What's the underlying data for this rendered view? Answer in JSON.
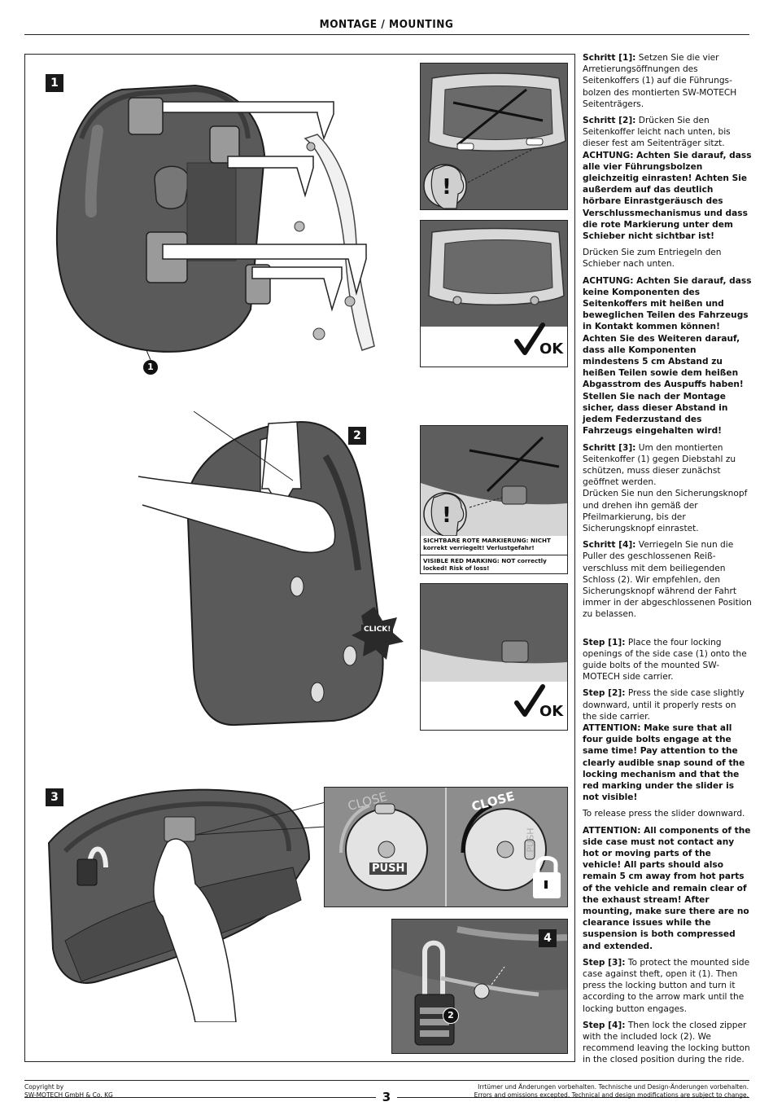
{
  "header": {
    "title": "MONTAGE / MOUNTING"
  },
  "steps": {
    "badge_1": "1",
    "badge_2": "2",
    "badge_3": "3",
    "badge_4": "4",
    "callout_1": "1",
    "callout_2": "2"
  },
  "panels": {
    "ok_label": "OK",
    "warning_de": "SICHTBARE ROTE MARKIERUNG: NICHT korrekt verriegelt! Verlustgefahr!",
    "warning_en": "VISIBLE RED MARKING: NOT correctly locked! Risk of loss!",
    "click_label": "CLICK!",
    "close_label_left": "CLOSE",
    "close_label_right": "CLOSE",
    "push_label_left": "PUSH",
    "push_label_right": "PUSH"
  },
  "text": {
    "de_step1_label": "Schritt [1]:",
    "de_step1": " Setzen Sie die vier Arretierungsöffnungen des Seitenkoffers (1) auf die Führungs­bolzen des montierten SW-MOTECH Seitenträgers.",
    "de_step2_label": "Schritt [2]:",
    "de_step2": " Drücken Sie den Seitenkoffer leicht nach unten, bis dieser fest am Seitenträger sitzt.",
    "de_attention1": "ACHTUNG: Achten Sie darauf, dass alle vier Führungsbolzen gleichzeitig einrasten! Achten Sie außerdem auf das deutlich hörbare Einrastgeräusch des Verschluss­mechanismus und dass die rote Markierung unter dem Schieber nicht sichtbar ist!",
    "de_release": "Drücken Sie zum Entriegeln den Schieber nach unten.",
    "de_attention2": "ACHTUNG: Achten Sie darauf, dass keine Komponenten des Seitenkof­fers mit heißen und beweglichen Teilen des Fahrzeugs in Kontakt kommen können! Achten Sie des Weiteren darauf, dass alle Komponenten mindestens 5 cm Abstand zu heißen Teilen sowie dem heißen Abgasstrom des Auspuffs haben! Stellen Sie nach der Montage sicher, dass dieser Abstand in jedem Federzustand des Fahrzeugs eingehalten wird!",
    "de_step3_label": "Schritt [3]:",
    "de_step3": " Um den montierten Seitenkoffer (1) gegen Diebstahl zu schützen, muss dieser zunächst geöffnet werden.",
    "de_step3b": "Drücken Sie nun den Sicherungs­knopf und drehen ihn gemäß der Pfeilmarkierung, bis der Sicherungsknopf einrastet.",
    "de_step4_label": "Schritt [4]:",
    "de_step4": " Verriegeln Sie nun die Puller des geschlossenen Reiß­verschluss mit dem beiliegenden Schloss (2). Wir empfehlen, den Sicherungsknopf während der Fahrt immer in der abgeschlossenen Position zu belassen.",
    "en_step1_label": "Step [1]:",
    "en_step1": " Place the four locking openings of the side case (1) onto the guide bolts of the mounted SW-MOTECH side carrier.",
    "en_step2_label": "Step [2]:",
    "en_step2": " Press the side case slightly downward, until it properly rests on the side carrier.",
    "en_attention1": "ATTENTION: Make sure that all four guide bolts engage at the same time! Pay attention to the clearly audible snap sound of the locking mechanism and that the red marking under the slider is not visible!",
    "en_release": "To release press the slider downward.",
    "en_attention2": "ATTENTION: All components of the side case must not contact any hot or moving parts of the vehicle! All parts should also remain 5 cm away from hot parts of the vehicle and remain clear of the exhaust stream! After mounting, make sure there are no clearance issues while the suspension is both compressed and extended.",
    "en_step3_label": "Step [3]:",
    "en_step3": " To protect the mounted side case against theft, open it (1). Then press the locking button and turn it according to the arrow mark until the locking button engages.",
    "en_step4_label": "Step [4]:",
    "en_step4": " Then lock the closed zipper with the included lock (2). We recommend leaving the locking button in the closed position during the ride."
  },
  "footer": {
    "copyright_line1": "Copyright by",
    "copyright_line2": "SW-MOTECH GmbH & Co. KG",
    "disclaimer_de": "Irrtümer und Änderungen vorbehalten. Technische und Design-Änderungen vorbehalten.",
    "disclaimer_en": "Errors and omissions excepted. Technical and design modifications are subject to change.",
    "page_number": "3"
  }
}
